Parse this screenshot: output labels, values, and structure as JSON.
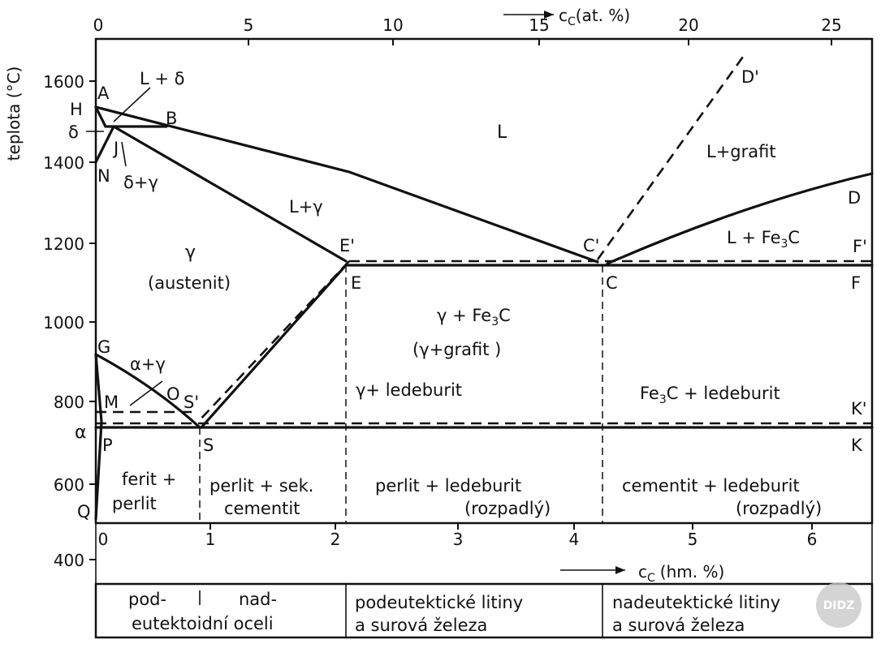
{
  "axes": {
    "y_label": "teplota (°C)",
    "top_label_prefix": "c",
    "top_label_sub": "C",
    "top_label_suffix": "(at. %)",
    "bottom_label_prefix": "c",
    "bottom_label_sub": "C",
    "bottom_label_suffix": "(hm. %)",
    "y_ticks": [
      "1600",
      "1400",
      "1200",
      "1000",
      "800",
      "600",
      "400"
    ],
    "top_ticks": [
      "0",
      "5",
      "10",
      "15",
      "20",
      "25"
    ],
    "bottom_ticks": [
      "0",
      "1",
      "2",
      "3",
      "4",
      "5",
      "6"
    ]
  },
  "points": {
    "A": "A",
    "H": "H",
    "B": "B",
    "J": "J",
    "N": "N",
    "E_prime": "E'",
    "E": "E",
    "C_prime": "C'",
    "C": "C",
    "D_prime": "D'",
    "D": "D",
    "F_prime": "F'",
    "F": "F",
    "G": "G",
    "M": "M",
    "O": "O",
    "S_prime": "S'",
    "S": "S",
    "P": "P",
    "Q": "Q",
    "K_prime": "K'",
    "K": "K"
  },
  "regions": {
    "L": "L",
    "L_delta": "L + δ",
    "delta": "δ",
    "delta_gamma": "δ+γ",
    "L_gamma": "L+γ",
    "gamma": "γ",
    "austenit": "(austenit)",
    "L_grafit": "L+grafit",
    "L_Fe3C_pre": "L + Fe",
    "L_Fe3C_sub": "3",
    "L_Fe3C_post": "C",
    "gamma_Fe3C_pre": "γ + Fe",
    "gamma_Fe3C_sub": "3",
    "gamma_Fe3C_post": "C",
    "gamma_grafit": "(γ+grafit )",
    "gamma_ledeburit": "γ+ ledeburit",
    "alpha_gamma": "α+γ",
    "alpha": "α",
    "Fe3C_ledeburit_pre": "Fe",
    "Fe3C_ledeburit_sub": "3",
    "Fe3C_ledeburit_post": "C + ledeburit",
    "ferit_1": "ferit +",
    "ferit_2": "perlit",
    "perlit_sek_1": "perlit + sek.",
    "perlit_sek_2": "cementit",
    "perlit_led_1": "perlit + ledeburit",
    "perlit_led_2": "(rozpadlý)",
    "cementit_led_1": "cementit + ledeburit",
    "cementit_led_2": "(rozpadlý)"
  },
  "bottom_labels": {
    "pod": "pod-",
    "nad": "nad-",
    "oceli": "eutektoidní oceli",
    "podeut_1": "podeutektické litiny",
    "podeut_2": "a surová železa",
    "nadeut_1": "nadeutektické litiny",
    "nadeut_2": "a surová železa"
  },
  "watermark": "DIDZ"
}
